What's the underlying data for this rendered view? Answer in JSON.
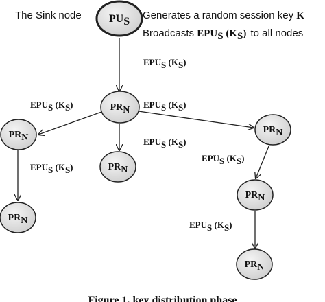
{
  "header": {
    "sink_label": "The Sink node",
    "line1_prefix": "Generates a random session key ",
    "line1_bold": "K",
    "line2_prefix": "Broadcasts ",
    "line2_epu": "EPU",
    "line2_sub": "S",
    "line2_mid": " (K",
    "line2_sub2": "S",
    "line2_close": ")",
    "line2_suffix": " to all nodes"
  },
  "sink_node": {
    "main": "PU",
    "sub": "S"
  },
  "node_label": {
    "main": "PR",
    "sub": "N"
  },
  "edge_label": {
    "main": "EPU",
    "sub": "S",
    "mid": " (K",
    "sub2": "S",
    "close": ")"
  },
  "caption": "Figure 1. key distribution phase",
  "colors": {
    "node_fill": "#e4e4e4",
    "stroke": "#222222",
    "text": "#111111"
  }
}
